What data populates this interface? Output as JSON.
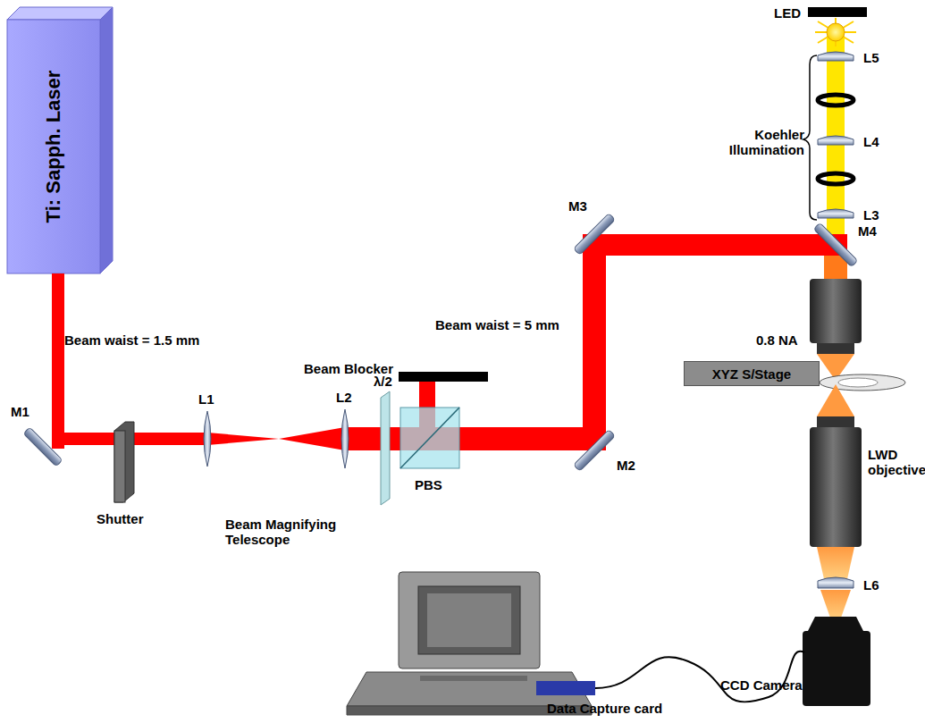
{
  "diagram": {
    "nodes": [
      {
        "text": [
          "Ti: Sapph. Laser"
        ]
      },
      {
        "text": [
          "XYZ S/Stage"
        ]
      }
    ],
    "labels": [
      "Beam waist = 1.5 mm",
      "M1",
      "Shutter",
      "L1",
      "Beam Magnifying Telescope",
      "L2",
      "λ/2",
      "Beam Blocker",
      "PBS",
      "M2",
      "Beam waist = 5 mm",
      "M3",
      "M4",
      "LED",
      "L5",
      "Koehler Illumination",
      "L4",
      "L3",
      "0.8 NA",
      "LWD objective",
      "L6",
      "CCD Camera",
      "Data Capture card"
    ]
  }
}
